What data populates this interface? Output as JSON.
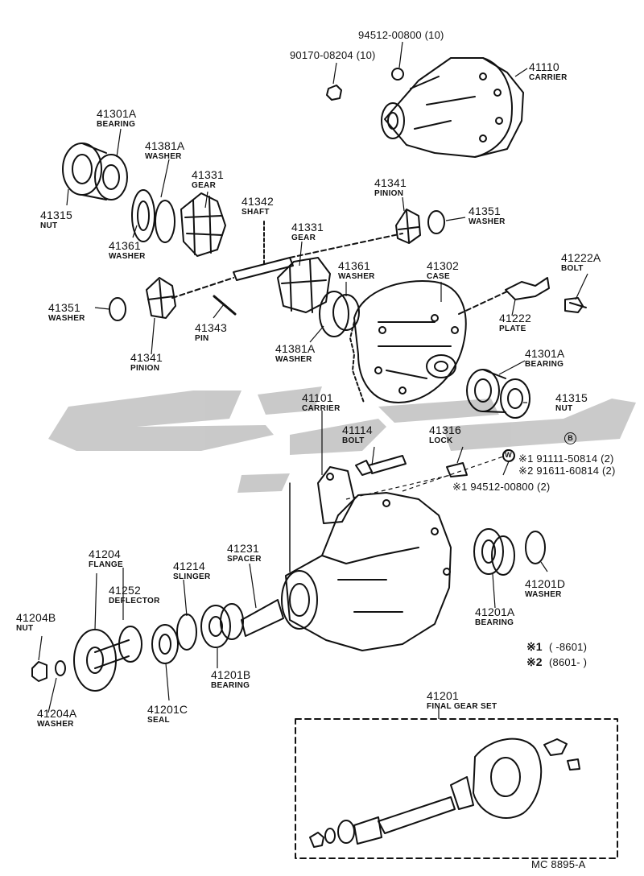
{
  "parts": {
    "p41110": {
      "num": "41110",
      "name": "CARRIER"
    },
    "p94512a": {
      "num": "94512-00800 (10)"
    },
    "p90170": {
      "num": "90170-08204 (10)"
    },
    "p41301A_top": {
      "num": "41301A",
      "name": "BEARING"
    },
    "p41381A_top": {
      "num": "41381A",
      "name": "WASHER"
    },
    "p41331_top": {
      "num": "41331",
      "name": "GEAR"
    },
    "p41315_left": {
      "num": "41315",
      "name": "NUT"
    },
    "p41361_left": {
      "num": "41361",
      "name": "WASHER"
    },
    "p41342": {
      "num": "41342",
      "name": "SHAFT"
    },
    "p41341_top": {
      "num": "41341",
      "name": "PINION"
    },
    "p41351_right": {
      "num": "41351",
      "name": "WASHER"
    },
    "p41331_mid": {
      "num": "41331",
      "name": "GEAR"
    },
    "p41222A": {
      "num": "41222A",
      "name": "BOLT"
    },
    "p41361_mid": {
      "num": "41361",
      "name": "WASHER"
    },
    "p41302": {
      "num": "41302",
      "name": "CASE"
    },
    "p41351_left": {
      "num": "41351",
      "name": "WASHER"
    },
    "p41222": {
      "num": "41222",
      "name": "PLATE"
    },
    "p41343": {
      "num": "41343",
      "name": "PIN"
    },
    "p41381A_mid": {
      "num": "41381A",
      "name": "WASHER"
    },
    "p41341_low": {
      "num": "41341",
      "name": "PINION"
    },
    "p41301A_right": {
      "num": "41301A",
      "name": "BEARING"
    },
    "p41101": {
      "num": "41101",
      "name": "CARRIER"
    },
    "p41315_right": {
      "num": "41315",
      "name": "NUT"
    },
    "p41114": {
      "num": "41114",
      "name": "BOLT"
    },
    "p41316": {
      "num": "41316",
      "name": "LOCK"
    },
    "p41204": {
      "num": "41204",
      "name": "FLANGE"
    },
    "p41231": {
      "num": "41231",
      "name": "SPACER"
    },
    "p41214": {
      "num": "41214",
      "name": "SLINGER"
    },
    "p41252": {
      "num": "41252",
      "name": "DEFLECTOR"
    },
    "p41201D": {
      "num": "41201D",
      "name": "WASHER"
    },
    "p41204B": {
      "num": "41204B",
      "name": "NUT"
    },
    "p41201A": {
      "num": "41201A",
      "name": "BEARING"
    },
    "p41201B": {
      "num": "41201B",
      "name": "BEARING"
    },
    "p41201C": {
      "num": "41201C",
      "name": "SEAL"
    },
    "p41204A": {
      "num": "41204A",
      "name": "WASHER"
    },
    "p41201": {
      "num": "41201",
      "name": "FINAL GEAR SET"
    }
  },
  "specs": {
    "s1": "※1 91111-50814 (2)",
    "s2": "※2 91611-60814 (2)",
    "s3": "※1 94512-00800 (2)"
  },
  "markers": {
    "bolt_mark": "B",
    "washer_mark": "W"
  },
  "footnotes": {
    "n1_mark": "※1",
    "n1_text": "(       -8601)",
    "n2_mark": "※2",
    "n2_text": "(8601-         )"
  },
  "figure_code": "MC 8895-A",
  "colors": {
    "ink": "#111111",
    "watermark": "#c4c4c4",
    "paper": "#ffffff"
  }
}
